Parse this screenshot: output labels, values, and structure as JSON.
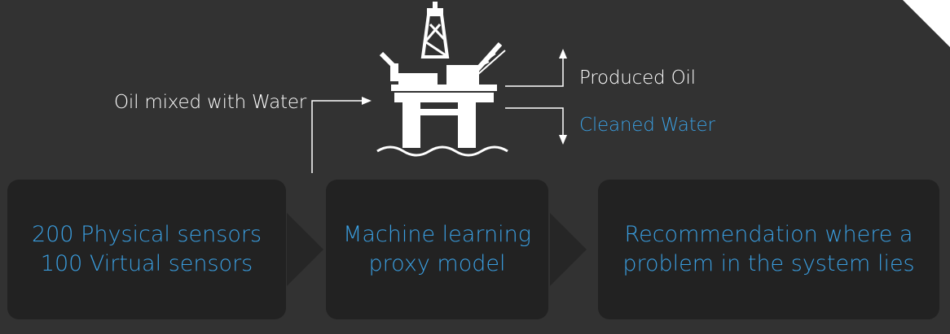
{
  "labels": {
    "input": "Oil mixed with Water",
    "oil": "Produced Oil",
    "water": "Cleaned Water"
  },
  "boxes": [
    {
      "line1": "200 Physical sensors",
      "line2": "100 Virtual sensors"
    },
    {
      "line1": "Machine learning",
      "line2": "proxy model"
    },
    {
      "line1": "Recommendation where a",
      "line2": "problem in the system lies"
    }
  ],
  "icons": {
    "platform": "oil-rig-icon"
  },
  "colors": {
    "background": "#323232",
    "box": "#222222",
    "accent": "#3a9ee0",
    "text": "#ffffff"
  }
}
